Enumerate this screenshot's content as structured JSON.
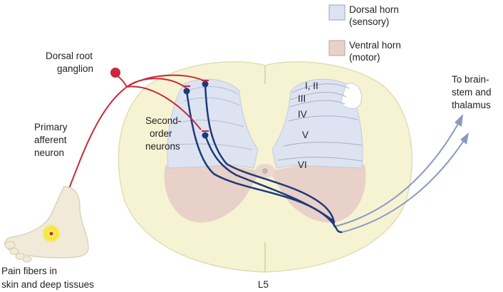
{
  "legend": {
    "dorsal": {
      "line1": "Dorsal horn",
      "line2": "(sensory)",
      "color": "#dde3f1"
    },
    "ventral": {
      "line1": "Ventral horn",
      "line2": "(motor)",
      "color": "#e8d1c8"
    }
  },
  "labels": {
    "dorsal_root_ganglion": {
      "line1": "Dorsal root",
      "line2": "ganglion"
    },
    "primary_afferent": {
      "line1": "Primary",
      "line2": "afferent",
      "line3": "neuron"
    },
    "second_order": {
      "line1": "Second-",
      "line2": "order",
      "line3": "neurons"
    },
    "to_brainstem": {
      "line1": "To brain-",
      "line2": "stem and",
      "line3": "thalamus"
    },
    "pain_fibers": {
      "line1": "Pain fibers in",
      "line2": "skin and deep tissues"
    },
    "level": "L5"
  },
  "laminae": {
    "l1": "I, II",
    "l3": "III",
    "l4": "IV",
    "l5": "V",
    "l6": "VI"
  },
  "colors": {
    "cord": "#f6f3d2",
    "primary_neuron": "#c9283b",
    "second_neuron": "#1d3a7a",
    "ascending": "#8a99c4",
    "foot": "#f1ead8",
    "receptor": "#f5e62a"
  }
}
